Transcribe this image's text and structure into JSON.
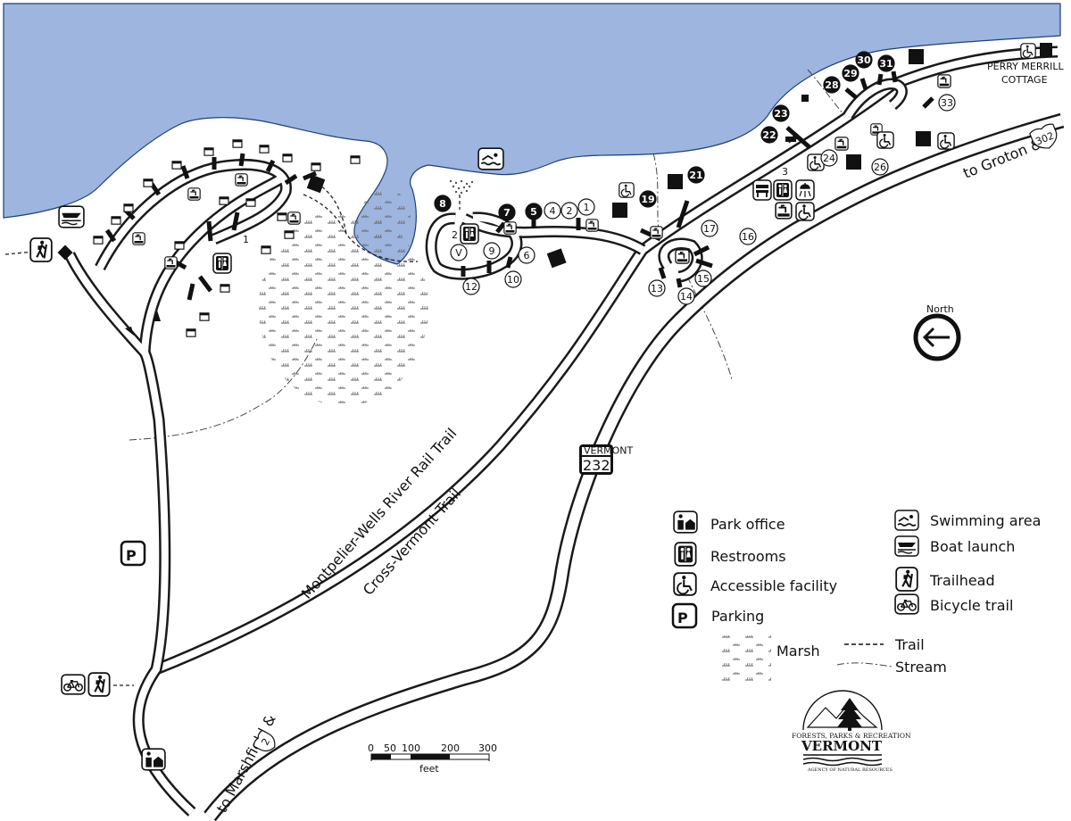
{
  "colors": {
    "water": "#9db5df",
    "road": "#1a1a1a",
    "marsh": "#6f6f6f"
  },
  "labels": {
    "rail_trail": "Montpelier-Wells River Rail Trail",
    "cross_vt": "Cross-Vermont Trail",
    "to_groton": "to Groton &",
    "to_marshfield": "to Marshfield &",
    "route_302": "302",
    "route_2": "2",
    "route_232": "232",
    "vermont_shield": "VERMONT",
    "perry_line1": "PERRY MERRILL",
    "perry_line2": "COTTAGE",
    "north": "North",
    "site_1": "1",
    "site_2": "2",
    "site_3": "3"
  },
  "sites_filled": [
    "8",
    "7",
    "5",
    "19",
    "21",
    "22",
    "23",
    "28",
    "29",
    "30",
    "31"
  ],
  "sites_open": [
    "4",
    "2",
    "1",
    "12",
    "9",
    "10",
    "6",
    "V",
    "13",
    "14",
    "15",
    "17",
    "16",
    "24",
    "26",
    "33"
  ],
  "legend": {
    "park_office": "Park office",
    "restrooms": "Restrooms",
    "accessible": "Accessible facility",
    "parking": "Parking",
    "swimming": "Swimming area",
    "boat_launch": "Boat launch",
    "trailhead": "Trailhead",
    "bicycle": "Bicycle trail",
    "marsh": "Marsh",
    "trail": "Trail",
    "stream": "Stream",
    "parking_symbol": "P"
  },
  "scale": {
    "t0": "0",
    "t50": "50",
    "t100": "100",
    "t200": "200",
    "t300": "300",
    "unit": "feet"
  },
  "logo": {
    "line1": "FORESTS, PARKS & RECREATION",
    "line2": "VERMONT",
    "line3": "AGENCY OF NATURAL RESOURCES"
  },
  "icons": [
    "park-office-icon",
    "restrooms-icon",
    "accessible-icon",
    "parking-icon",
    "swimming-icon",
    "boat-launch-icon",
    "trailhead-icon",
    "bicycle-icon",
    "water-tap-icon",
    "shower-icon",
    "lean-to-icon",
    "north-arrow-icon",
    "pine-tree-icon"
  ]
}
